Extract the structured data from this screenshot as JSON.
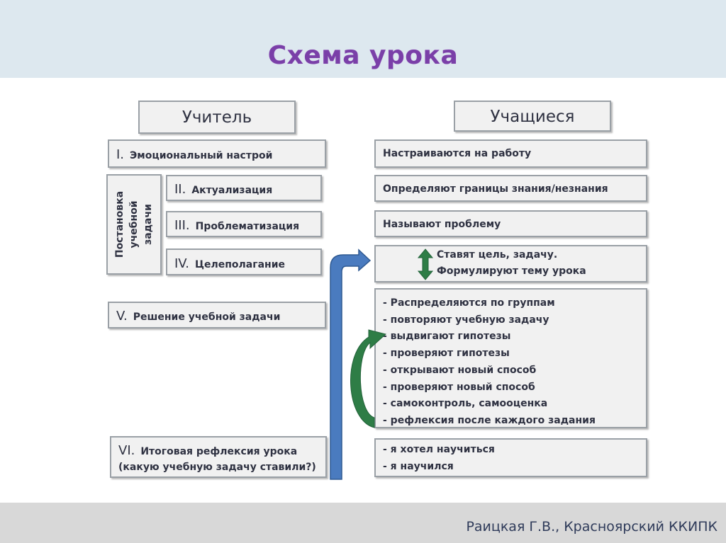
{
  "title": "Схема урока",
  "footer": "Раицкая Г.В., Красноярский ККИПК",
  "teacher": {
    "header": "Учитель",
    "vertical_label": [
      "Постановка",
      "учебной",
      "задачи"
    ],
    "stages": [
      {
        "numeral": "I.",
        "label": "Эмоциональный настрой"
      },
      {
        "numeral": "II.",
        "label": "Актуализация"
      },
      {
        "numeral": "III.",
        "label": "Проблематизация"
      },
      {
        "numeral": "IV.",
        "label": "Целеполагание"
      },
      {
        "numeral": "V.",
        "label": "Решение учебной задачи"
      },
      {
        "numeral": "VI.",
        "label_line1": "Итоговая рефлексия урока",
        "label_line2": "(какую учебную задачу ставили?)"
      }
    ]
  },
  "students": {
    "header": "Учащиеся",
    "items": [
      "Настраиваются на работу",
      "Определяют границы знания/незнания",
      "Называют проблему"
    ],
    "goal_lines": [
      "Ставят цель, задачу.",
      "Формулируют тему урока"
    ],
    "solution_steps": [
      "- Распределяются по группам",
      "- повторяют учебную задачу",
      "- выдвигают гипотезы",
      "- проверяют гипотезы",
      "- открывают новый способ",
      "- проверяют новый способ",
      "- самоконтроль, самооценка",
      "- рефлексия после каждого задания"
    ],
    "reflection": [
      "- я хотел научиться",
      "- я научился"
    ]
  },
  "colors": {
    "title": "#7a3fa8",
    "blue_arrow": "#4a7bbf",
    "green_arrow": "#2e7d46"
  }
}
